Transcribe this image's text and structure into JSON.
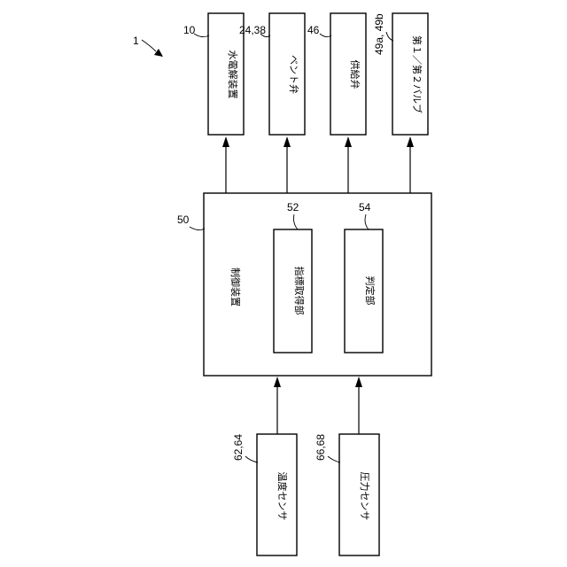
{
  "figure_number": "1",
  "controller": {
    "ref": "50",
    "label": "制御装置"
  },
  "units": [
    {
      "ref": "52",
      "label": "指標取得部"
    },
    {
      "ref": "54",
      "label": "判定部"
    }
  ],
  "outputs": [
    {
      "ref": "10",
      "label": "水電解装置"
    },
    {
      "ref": "24,38",
      "label": "ベント弁"
    },
    {
      "ref": "46",
      "label": "供給弁"
    },
    {
      "ref": "49a, 49b",
      "label": "第１／第２バルブ"
    }
  ],
  "sensors": [
    {
      "ref": "62,64",
      "label": "温度センサ"
    },
    {
      "ref": "66,68",
      "label": "圧力センサ"
    }
  ]
}
